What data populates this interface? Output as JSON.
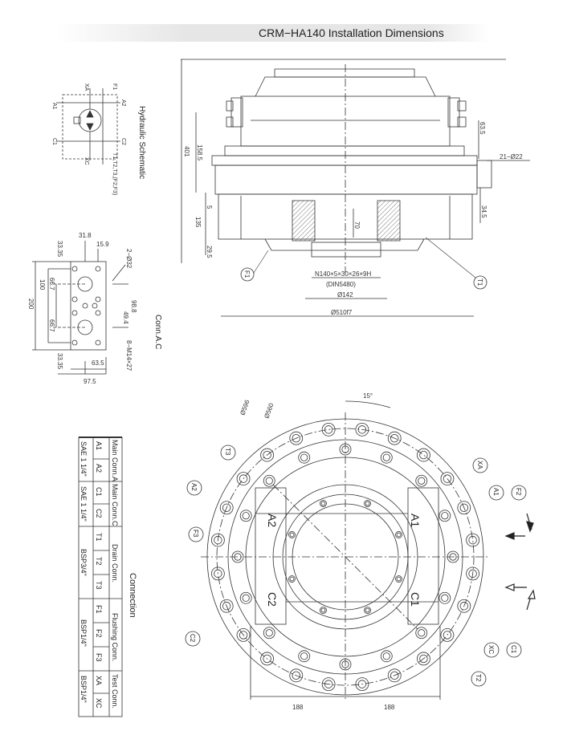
{
  "title": "CRM−HA140 Installation Dimensions",
  "hydraulic_schematic": {
    "label": "Hydraulic Schematic",
    "ports": [
      "A1",
      "A2",
      "C1",
      "C2",
      "XA",
      "XC",
      "F1",
      "F2",
      "T1,T2,T3,(F2,F3)"
    ]
  },
  "conn_ac": {
    "label": "Conn.A.C",
    "dims": {
      "d31_8": "31.8",
      "d15_9": "15.9",
      "d2_32": "2−Ø32",
      "d33_35a": "33.35",
      "d66_7a": "66.7",
      "d100": "100",
      "d200": "200",
      "d66_7b": "66.7",
      "d33_35b": "33.35",
      "d98_8": "98.8",
      "d49_4": "49.4",
      "d8_m14": "8−M14×27",
      "d63_5": "63.5",
      "d97_5": "97.5"
    }
  },
  "side_view": {
    "dims": {
      "d401": "401",
      "d158_5": "158.5",
      "d5": "5",
      "d135": "135",
      "d29_5": "29.5",
      "d63_5": "63.5",
      "d21_22": "21−Ø22",
      "d34_5": "34.5",
      "d70": "70",
      "spline": "N140×5×30×26×9H",
      "din": "(DIN5480)",
      "d142": "Ø142",
      "d510": "Ø510f7"
    },
    "callouts": {
      "f1": "F1",
      "t1": "T1"
    }
  },
  "front_view": {
    "dims": {
      "d596": "Ø596",
      "d560": "Ø560",
      "angle": "15°",
      "d188a": "188",
      "d188b": "188"
    },
    "callouts": [
      "T3",
      "A2",
      "F3",
      "C2",
      "XA",
      "A1",
      "F2",
      "XC",
      "C1",
      "T2"
    ],
    "ports": [
      "A2",
      "A1",
      "C2",
      "C1"
    ]
  },
  "connection_table": {
    "title": "Connection",
    "groups": [
      {
        "name": "Main Conn.A",
        "ports": [
          "A1",
          "A2"
        ],
        "size": "SAE 1 1/4\""
      },
      {
        "name": "Main Conn.C",
        "ports": [
          "C1",
          "C2"
        ],
        "size": "SAE 1 1/4\""
      },
      {
        "name": "Drain Conn.",
        "ports": [
          "T1",
          "T2",
          "T3"
        ],
        "size": "BSP3/4\""
      },
      {
        "name": "Flushing Conn.",
        "ports": [
          "F1",
          "F2",
          "F3"
        ],
        "size": "BSP1/4\""
      },
      {
        "name": "Test Conn.",
        "ports": [
          "XA",
          "XC"
        ],
        "size": "BSP1/4\""
      }
    ]
  }
}
